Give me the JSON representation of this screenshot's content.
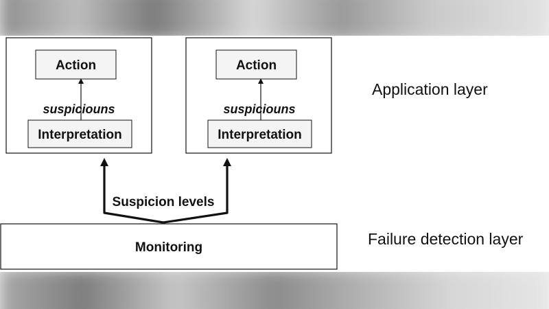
{
  "left_module": {
    "action": "Action",
    "edge_label": "suspiciouns",
    "interpretation": "Interpretation"
  },
  "right_module": {
    "action": "Action",
    "edge_label": "suspiciouns",
    "interpretation": "Interpretation"
  },
  "connector_label": "Suspicion levels",
  "monitoring": "Monitoring",
  "layers": {
    "application": "Application layer",
    "failure_detection": "Failure detection layer"
  },
  "colors": {
    "line": "#111111",
    "box_fill": "#ffffff",
    "inner_box_fill": "#f4f4f4",
    "panel": "#ffffff"
  }
}
